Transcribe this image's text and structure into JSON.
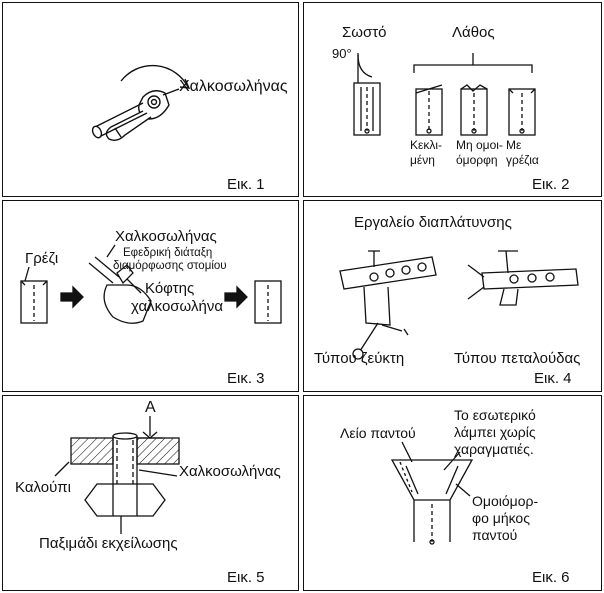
{
  "panels": [
    {
      "caption": "Εικ. 1",
      "labels": {
        "tube": "Χαλκοσωλήνας"
      }
    },
    {
      "caption": "Εικ. 2",
      "labels": {
        "correct": "Σωστό",
        "angle": "90°",
        "wrong": "Λάθος",
        "tilted_1": "Κεκλι-",
        "tilted_2": "μένη",
        "uneven_1": "Μη ομοι-",
        "uneven_2": "όμορφη",
        "burr_1": "Με",
        "burr_2": "γρέζια"
      }
    },
    {
      "caption": "Εικ. 3",
      "labels": {
        "burr": "Γρέζι",
        "tube": "Χαλκοσωλήνας",
        "reserve_1": "Εφεδρική διάταξη",
        "reserve_2": "διαμόρφωσης στομίου",
        "cutter_1": "Κόφτης",
        "cutter_2": "χαλκοσωλήνα"
      }
    },
    {
      "caption": "Εικ. 4",
      "labels": {
        "tool": "Εργαλείο διαπλάτυνσης",
        "clamp": "Τύπου ζεύκτη",
        "wing": "Τύπου πεταλούδας"
      }
    },
    {
      "caption": "Εικ. 5",
      "labels": {
        "a": "A",
        "tube": "Χαλκοσωλήνας",
        "die": "Καλούπι",
        "nut": "Παξιμάδι εκχείλωσης"
      }
    },
    {
      "caption": "Εικ. 6",
      "labels": {
        "smooth": "Λείο παντού",
        "inner_1": "Το εσωτερικό",
        "inner_2": "λάμπει χωρίς",
        "inner_3": "χαραγματιές.",
        "even_1": "Ομοιόμορ-",
        "even_2": "φο μήκος",
        "even_3": "παντού"
      }
    }
  ]
}
